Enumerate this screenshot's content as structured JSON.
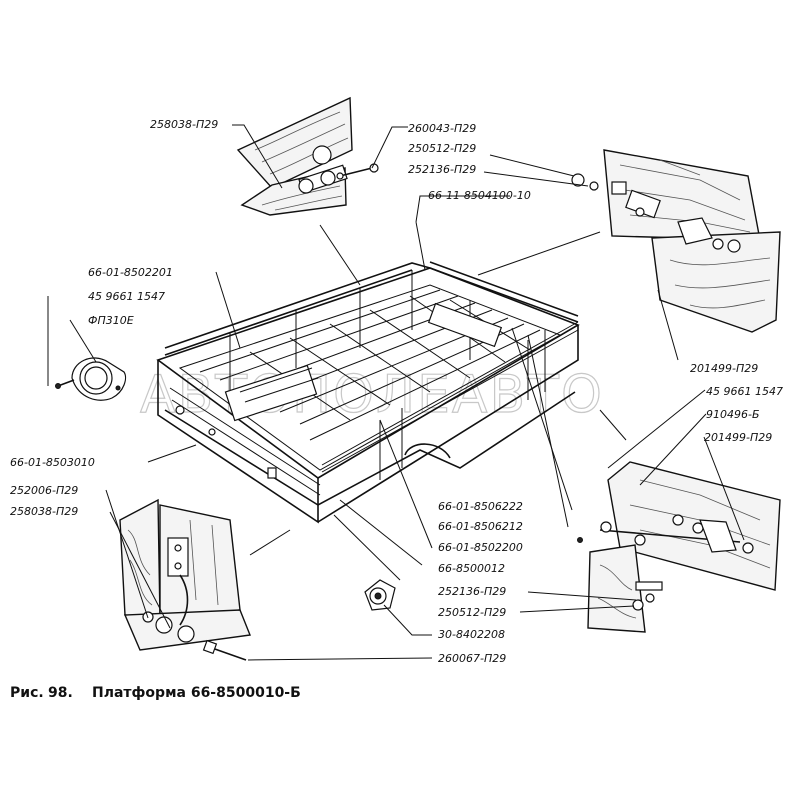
{
  "watermark": "АВТОПОЛЕАВТО",
  "caption": {
    "figure": "Рис.",
    "number": "98.",
    "title": "Платформа 66-8500010-Б"
  },
  "labels": {
    "l01": "258038-П29",
    "l02": "260043-П29",
    "l03": "250512-П29",
    "l04": "252136-П29",
    "l05": "66-11-8504100-10",
    "l06": "66-01-8502201",
    "l07": "45 9661 1547",
    "l08": "ФП310Е",
    "l09": "201499-П29",
    "l10": "45 9661 1547",
    "l11": "910496-Б",
    "l12": "201499-П29",
    "l13": "66-01-8503010",
    "l14": "252006-П29",
    "l15": "258038-П29",
    "l16": "66-01-8506222",
    "l17": "66-01-8506212",
    "l18": "66-01-8502200",
    "l19": "66-8500012",
    "l20": "252136-П29",
    "l21": "250512-П29",
    "l22": "30-8402208",
    "l23": "260067-П29"
  }
}
